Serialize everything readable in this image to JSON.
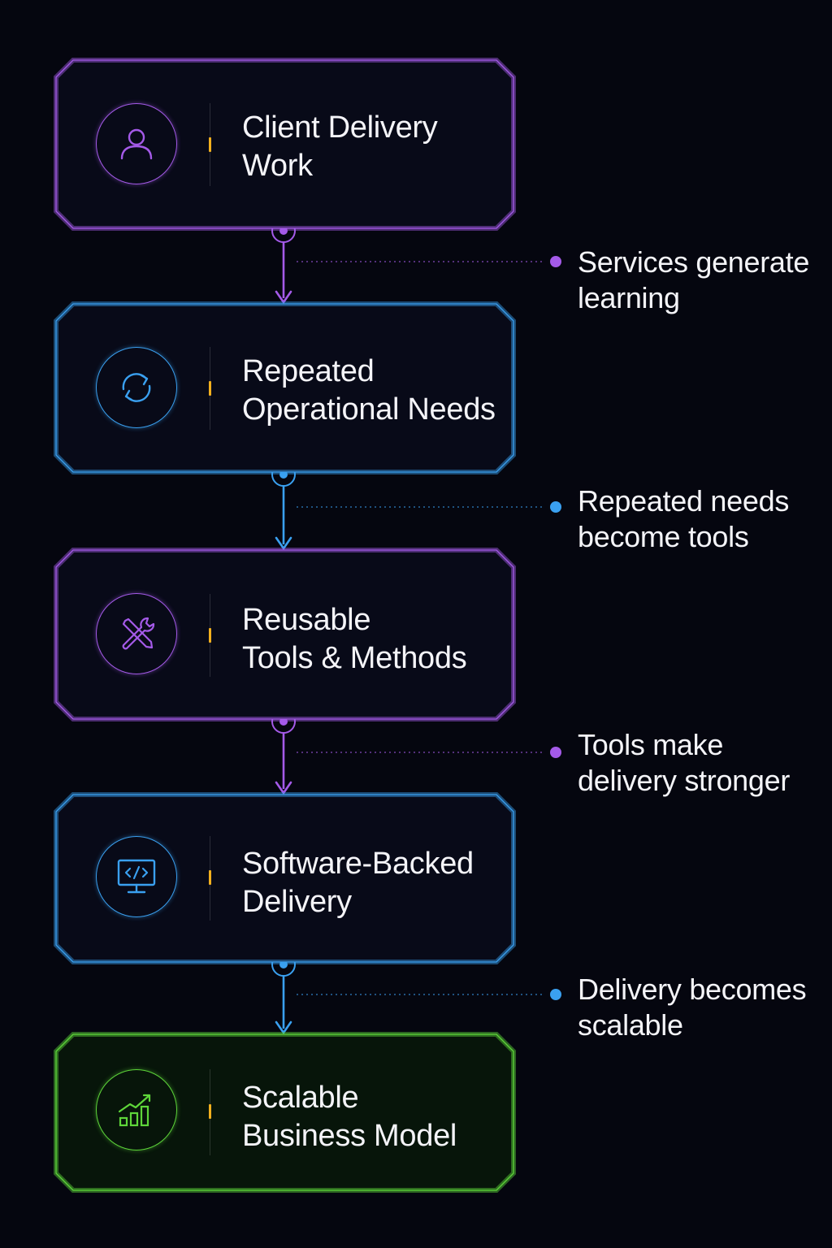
{
  "stages": [
    {
      "title_line1": "Client Delivery",
      "title_line2": "Work",
      "icon": "user-icon",
      "color": "#a45ae8"
    },
    {
      "title_line1": "Repeated",
      "title_line2": "Operational Needs",
      "icon": "refresh-icon",
      "color": "#3aa0f0"
    },
    {
      "title_line1": "Reusable",
      "title_line2": "Tools & Methods",
      "icon": "tools-icon",
      "color": "#a45ae8"
    },
    {
      "title_line1": "Software-Backed",
      "title_line2": "Delivery",
      "icon": "code-monitor-icon",
      "color": "#3aa0f0"
    },
    {
      "title_line1": "Scalable",
      "title_line2": "Business Model",
      "icon": "growth-chart-icon",
      "color": "#5ed63a"
    }
  ],
  "transitions": [
    {
      "line1": "Services generate",
      "line2": "learning",
      "color": "#a45ae8"
    },
    {
      "line1": "Repeated needs",
      "line2": "become tools",
      "color": "#3aa0f0"
    },
    {
      "line1": "Tools make",
      "line2": "delivery stronger",
      "color": "#a45ae8"
    },
    {
      "line1": "Delivery becomes",
      "line2": "scalable",
      "color": "#3aa0f0"
    }
  ],
  "colors": {
    "background": "#05060f",
    "accent_marker": "#f2b01e"
  }
}
